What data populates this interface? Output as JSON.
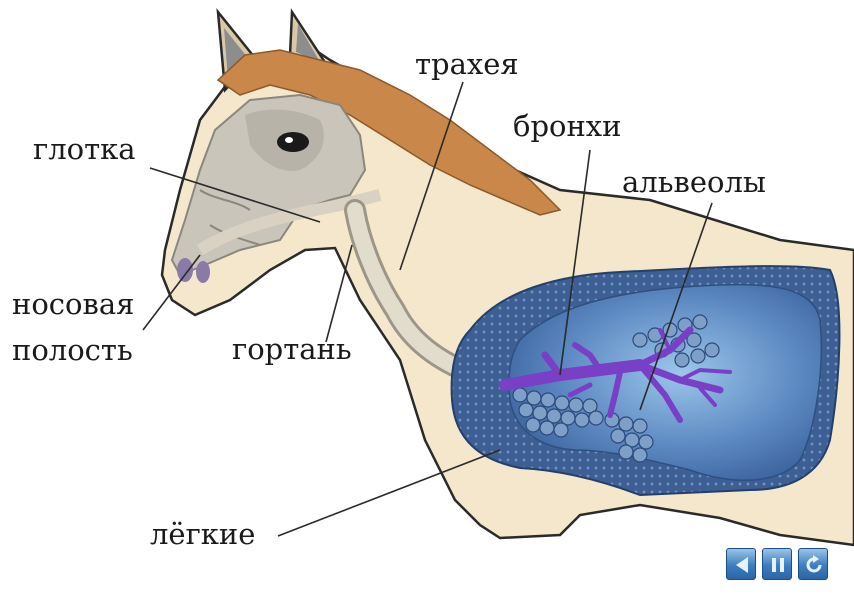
{
  "diagram": {
    "labels": {
      "pharynx": "глотка",
      "trachea": "трахея",
      "bronchi": "бронхи",
      "alveoli": "альвеолы",
      "nasal_line1": "носовая",
      "nasal_line2": "полость",
      "larynx": "гортань",
      "lungs": "лёгкие"
    }
  },
  "controls": {
    "items": [
      "back-icon",
      "pause-icon",
      "replay-icon"
    ]
  },
  "colors": {
    "body": "#f4e7cc",
    "mane": "#c9874a",
    "skull": "#c9c5bb",
    "trachea": "#d9d2c2",
    "lung_outer": "#3e5f93",
    "lung_inner": "#5f8cc4",
    "bronchi": "#7a3fc7",
    "outline": "#2a2a2a"
  }
}
